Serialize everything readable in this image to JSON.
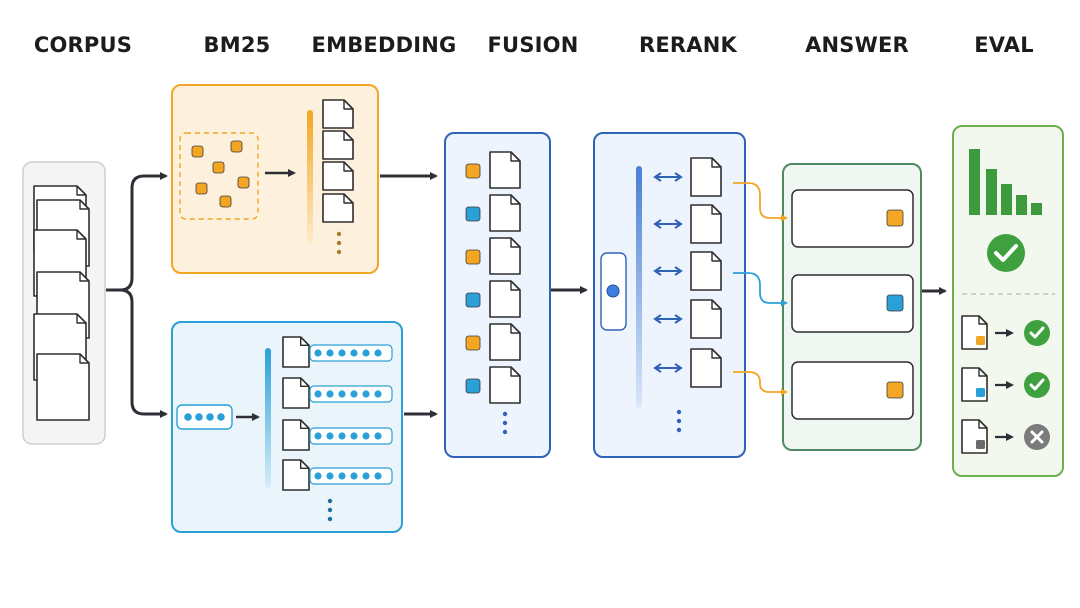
{
  "stages": {
    "corpus": "CORPUS",
    "bm25": "BM25",
    "embedding": "EMBEDDING",
    "fusion": "FUSION",
    "rerank": "RERANK",
    "answer": "ANSWER",
    "eval": "EVAL"
  },
  "colors": {
    "bm25": "#f2a623",
    "bm25_fill": "#fdf1dd",
    "embedding": "#2ba0d8",
    "embedding_fill": "#eaf4fb",
    "fusion": "#2f63b8",
    "fusion_fill": "#eef4fd",
    "answer": "#4f8a63",
    "answer_fill": "#f0f6f2",
    "eval": "#6cb04b",
    "eval_fill": "#f2f8ee",
    "check": "#3fa040",
    "cross": "#7b7b7b",
    "arrow": "#2c3036"
  },
  "icons": {
    "document": "document-icon",
    "check": "check-icon",
    "cross": "cross-icon",
    "relevance_bar": "bar-chart-icon",
    "compare": "double-arrow-icon"
  },
  "fusion_order": [
    "bm25",
    "embedding",
    "bm25",
    "embedding",
    "bm25",
    "embedding"
  ],
  "answer_slots": [
    "bm25",
    "embedding",
    "bm25"
  ],
  "eval_results": [
    {
      "source": "bm25",
      "result": "pass"
    },
    {
      "source": "embedding",
      "result": "pass"
    },
    {
      "source": "other",
      "result": "fail"
    }
  ]
}
